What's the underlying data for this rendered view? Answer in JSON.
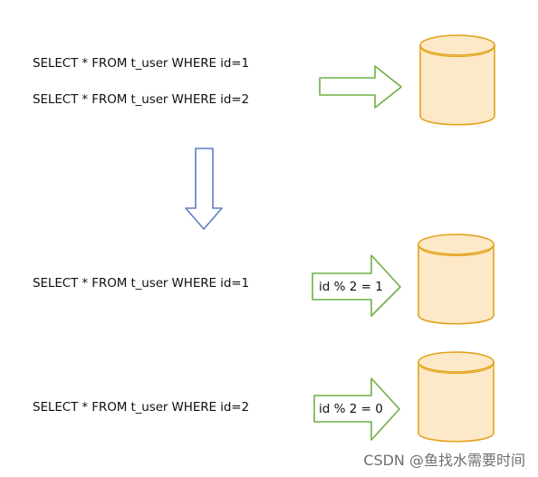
{
  "queries": {
    "top_1": "SELECT * FROM t_user WHERE id=1",
    "top_2": "SELECT * FROM t_user WHERE id=2",
    "shard_1": "SELECT * FROM t_user WHERE id=1",
    "shard_2": "SELECT * FROM t_user WHERE id=2"
  },
  "routes": {
    "shard_1_rule": "id % 2 = 1",
    "shard_2_rule": "id % 2 = 0"
  },
  "watermark": "CSDN @鱼找水需要时间",
  "colors": {
    "database_stroke": "#e2a21a",
    "database_fill": "#fde9c8",
    "arrow_green": "#6fae45",
    "arrow_blue": "#5b7ec4",
    "text": "#111111"
  }
}
